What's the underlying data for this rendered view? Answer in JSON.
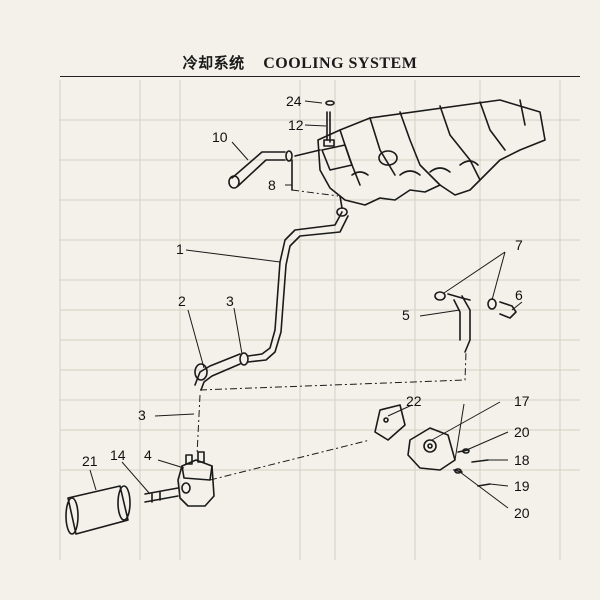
{
  "header": {
    "title_cn": "冷却系统",
    "title_en": "COOLING SYSTEM"
  },
  "callouts": [
    "24",
    "12",
    "10",
    "8",
    "1",
    "2",
    "3",
    "3",
    "4",
    "14",
    "21",
    "7",
    "6",
    "5",
    "22",
    "17",
    "20",
    "18",
    "19",
    "20"
  ],
  "colors": {
    "ink": "#1a1a1a",
    "paper": "#f3f1ea",
    "grid": "#cfcbbf"
  }
}
